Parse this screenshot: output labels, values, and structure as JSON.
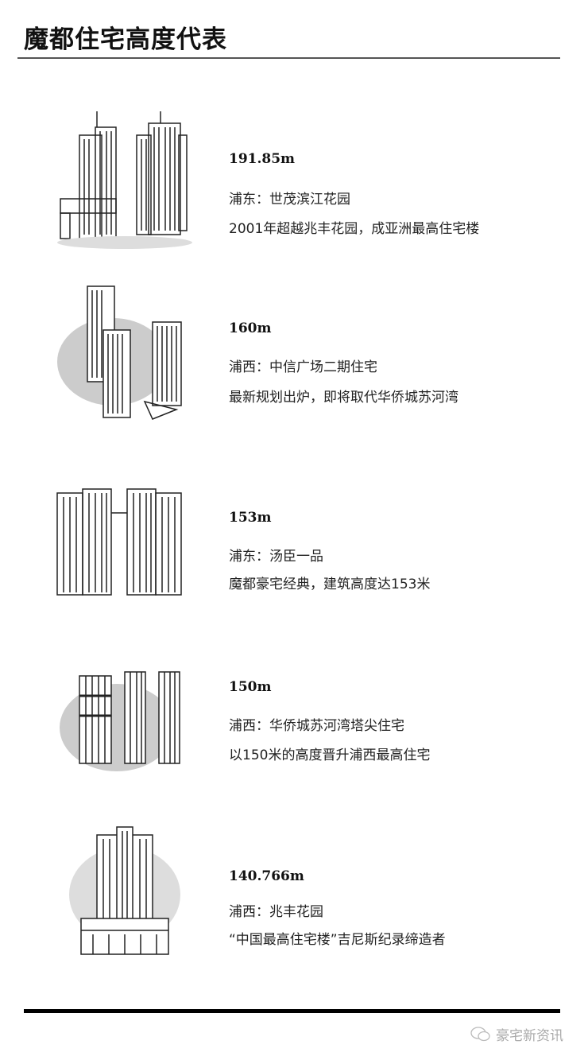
{
  "title": "魔都住宅高度代表",
  "items": [
    {
      "height": "191.85m",
      "location": "浦东：世茂滨江花园",
      "description": "2001年超越兆丰花园，成亚洲最高住宅楼"
    },
    {
      "height": "160m",
      "location": "浦西：中信广场二期住宅",
      "description": "最新规划出炉，即将取代华侨城苏河湾"
    },
    {
      "height": "153m",
      "location": "浦东：汤臣一品",
      "description": "魔都豪宅经典，建筑高度达153米"
    },
    {
      "height": "150m",
      "location": "浦西：华侨城苏河湾塔尖住宅",
      "description": "以150米的高度晋升浦西最高住宅"
    },
    {
      "height": "140.766m",
      "location": "浦西：兆丰花园",
      "description": "“中国最高住宅楼”吉尼斯纪录缔造者"
    }
  ],
  "watermark": "豪宅新资讯"
}
